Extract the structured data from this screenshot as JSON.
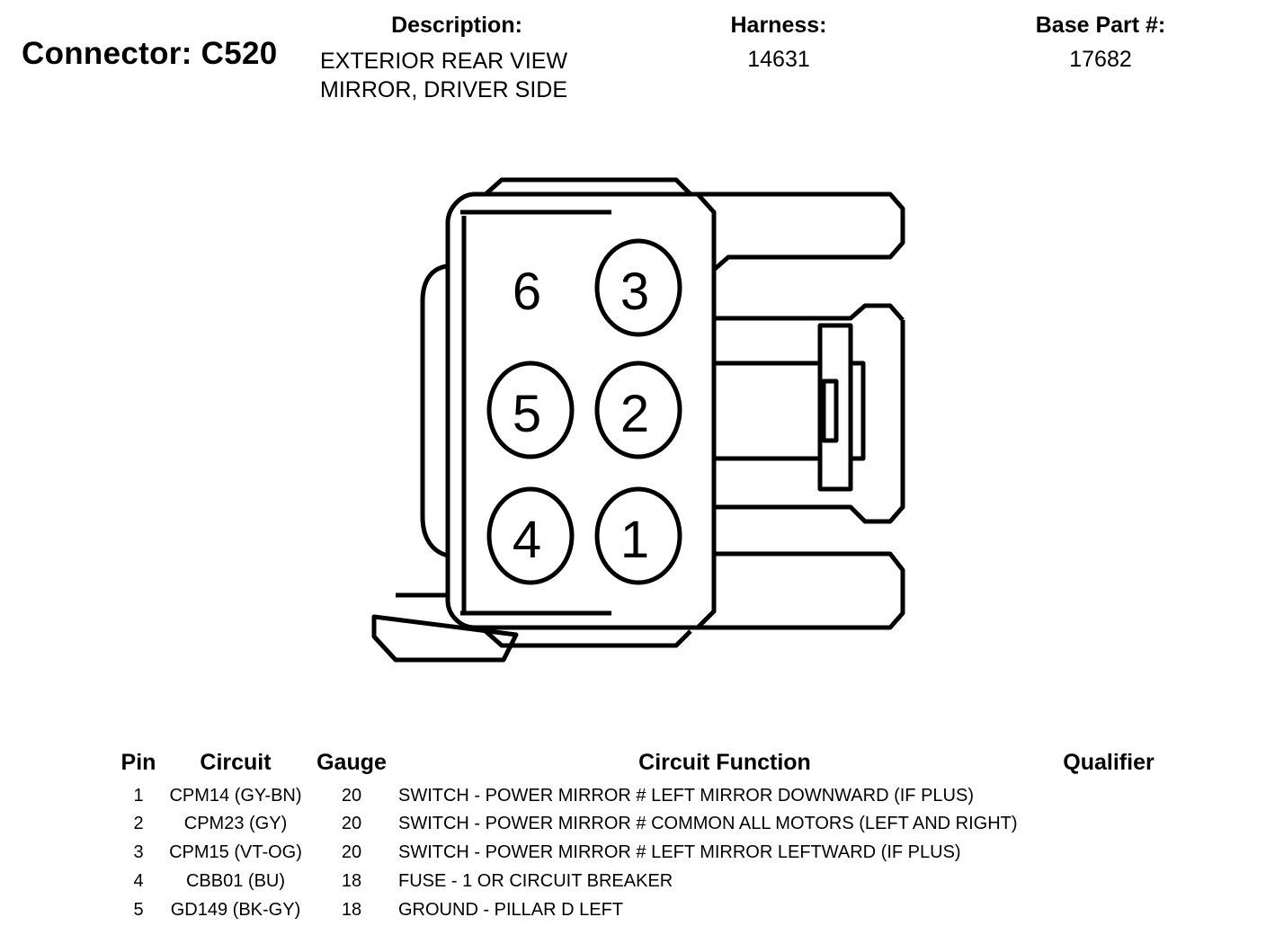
{
  "header": {
    "connector_title": "Connector: C520",
    "description_label": "Description:",
    "description_lines": [
      "EXTERIOR REAR VIEW",
      "MIRROR, DRIVER SIDE"
    ],
    "harness_label": "Harness:",
    "harness_value": "14631",
    "base_part_label": "Base Part #:",
    "base_part_value": "17682"
  },
  "diagram": {
    "pins": [
      {
        "number": "6",
        "circled": false
      },
      {
        "number": "3",
        "circled": true
      },
      {
        "number": "5",
        "circled": true
      },
      {
        "number": "2",
        "circled": true
      },
      {
        "number": "4",
        "circled": true
      },
      {
        "number": "1",
        "circled": true
      }
    ]
  },
  "table": {
    "headers": {
      "pin": "Pin",
      "circuit": "Circuit",
      "gauge": "Gauge",
      "function": "Circuit Function",
      "qualifier": "Qualifier"
    },
    "rows": [
      {
        "pin": "1",
        "circuit": "CPM14 (GY-BN)",
        "gauge": "20",
        "function": "SWITCH - POWER MIRROR # LEFT MIRROR DOWNWARD (IF PLUS)",
        "qualifier": ""
      },
      {
        "pin": "2",
        "circuit": "CPM23 (GY)",
        "gauge": "20",
        "function": "SWITCH - POWER MIRROR # COMMON ALL MOTORS (LEFT AND RIGHT)",
        "qualifier": ""
      },
      {
        "pin": "3",
        "circuit": "CPM15 (VT-OG)",
        "gauge": "20",
        "function": "SWITCH - POWER MIRROR # LEFT MIRROR LEFTWARD (IF PLUS)",
        "qualifier": ""
      },
      {
        "pin": "4",
        "circuit": "CBB01 (BU)",
        "gauge": "18",
        "function": "FUSE - 1 OR CIRCUIT BREAKER",
        "qualifier": ""
      },
      {
        "pin": "5",
        "circuit": "GD149 (BK-GY)",
        "gauge": "18",
        "function": "GROUND - PILLAR D LEFT",
        "qualifier": ""
      }
    ]
  }
}
